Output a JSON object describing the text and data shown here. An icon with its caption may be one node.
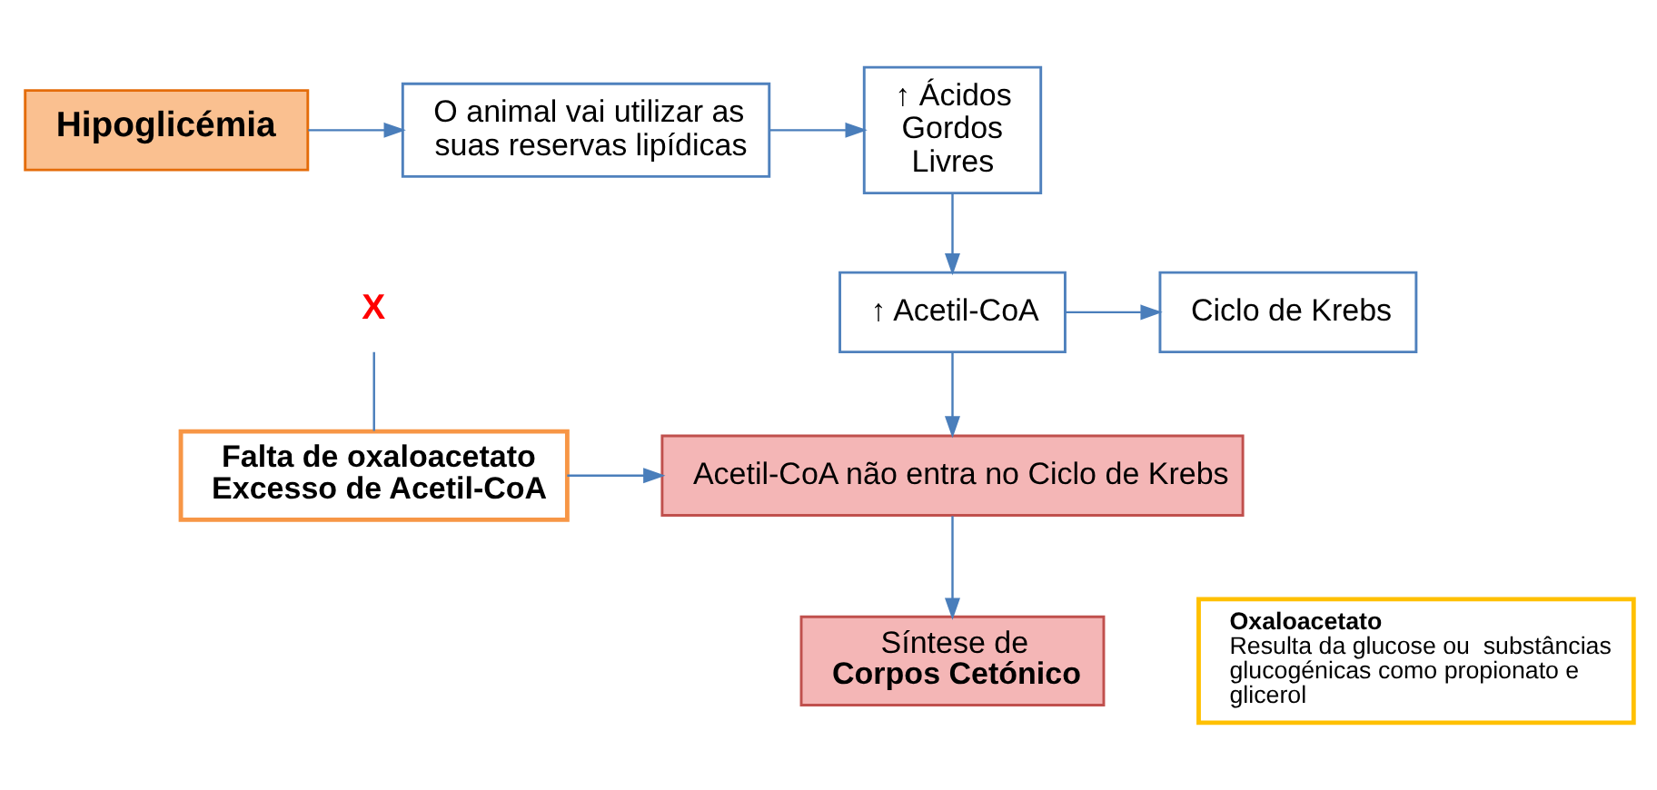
{
  "diagram": {
    "nodes": [
      {
        "text": [
          "Hipoglicémia"
        ]
      },
      {
        "text": [
          "O animal vai utilizar as suas reservas lipídicas"
        ]
      },
      {
        "text": [
          "↑ Ácidos Gordos Livres"
        ]
      },
      {
        "text": [
          "Ciclo de Krebs"
        ]
      },
      {
        "text": [
          "X"
        ]
      },
      {
        "text": [
          "↑ Acetil-CoA"
        ]
      },
      {
        "text": [
          "Falta de oxaloacetato",
          "Excesso de Acetil-CoA"
        ]
      },
      {
        "text": [
          "Acetil-CoA não entra no Ciclo de Krebs"
        ]
      },
      {
        "text": [
          "Síntese de",
          "Corpos Cetónico"
        ]
      },
      {
        "text": [
          "Oxaloacetato",
          "Resulta da glucose ou  substâncias glucogénicas como propionato e glicerol"
        ]
      }
    ],
    "edges": [
      {
        "from": 0,
        "to": 1,
        "arrow": "to"
      },
      {
        "from": 1,
        "to": 2,
        "arrow": "to"
      },
      {
        "from": 2,
        "to": 5,
        "arrow": "to"
      },
      {
        "from": 5,
        "to": 3,
        "arrow": "to"
      },
      {
        "from": 6,
        "to": 4,
        "arrow": "none"
      },
      {
        "from": 5,
        "to": 7,
        "arrow": "to"
      },
      {
        "from": 6,
        "to": 7,
        "arrow": "to"
      },
      {
        "from": 7,
        "to": 8,
        "arrow": "to"
      }
    ]
  }
}
